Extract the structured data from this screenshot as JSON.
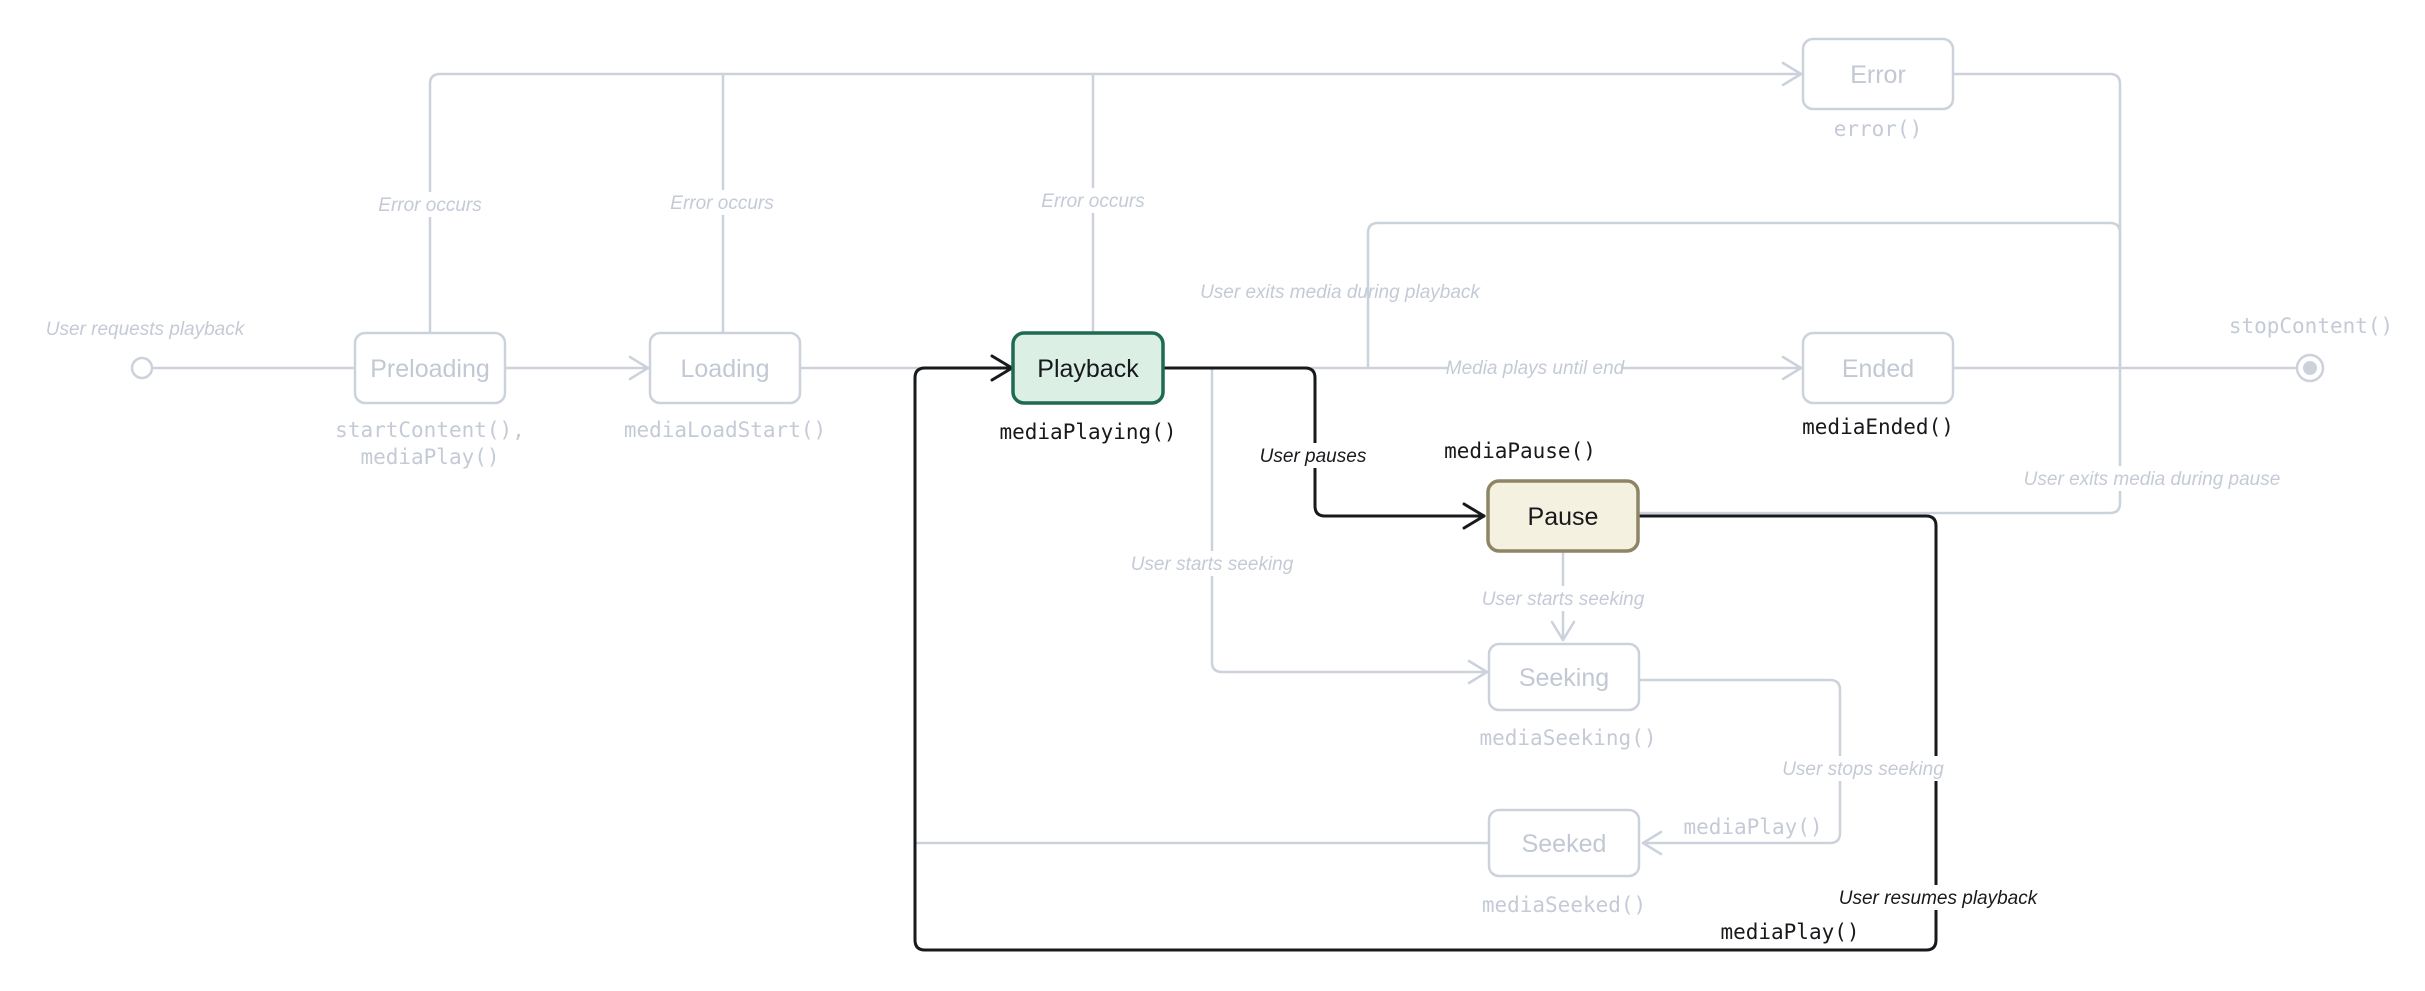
{
  "diagram": {
    "kind": "media-playback-state-machine",
    "colors": {
      "faded_line": "#ccd2dc",
      "faded_text": "#c4cad6",
      "highlight_black": "#17191c",
      "playback_fill": "#dcefe5",
      "playback_border": "#1d6b50",
      "pause_fill": "#f5f1e0",
      "pause_border": "#8e8565"
    },
    "states": {
      "preloading": {
        "label": "Preloading",
        "callback_line1": "startContent(),",
        "callback_line2": "mediaPlay()"
      },
      "loading": {
        "label": "Loading",
        "callback": "mediaLoadStart()"
      },
      "playback": {
        "label": "Playback",
        "callback": "mediaPlaying()"
      },
      "pause": {
        "label": "Pause",
        "callback": "mediaPause()"
      },
      "seeking": {
        "label": "Seeking",
        "callback": "mediaSeeking()"
      },
      "seeked": {
        "label": "Seeked",
        "callback": "mediaSeeked()"
      },
      "ended": {
        "label": "Ended",
        "callback": "mediaEnded()"
      },
      "error": {
        "label": "Error",
        "callback": "error()"
      }
    },
    "terminals": {
      "start_label": "User requests playback",
      "end_label": "stopContent()"
    },
    "edges": {
      "error_occurs_1": "Error occurs",
      "error_occurs_2": "Error occurs",
      "error_occurs_3": "Error occurs",
      "user_pauses": "User pauses",
      "media_plays_until_end": "Media plays until end",
      "user_exits_playback": "User exits media during playback",
      "user_exits_pause": "User exits media during pause",
      "user_starts_seeking_1": "User starts seeking",
      "user_starts_seeking_2": "User starts seeking",
      "user_stops_seeking": "User stops seeking",
      "seek_resume_callback": "mediaPlay()",
      "user_resumes_playback": "User resumes playback",
      "resume_callback": "mediaPlay()"
    }
  }
}
